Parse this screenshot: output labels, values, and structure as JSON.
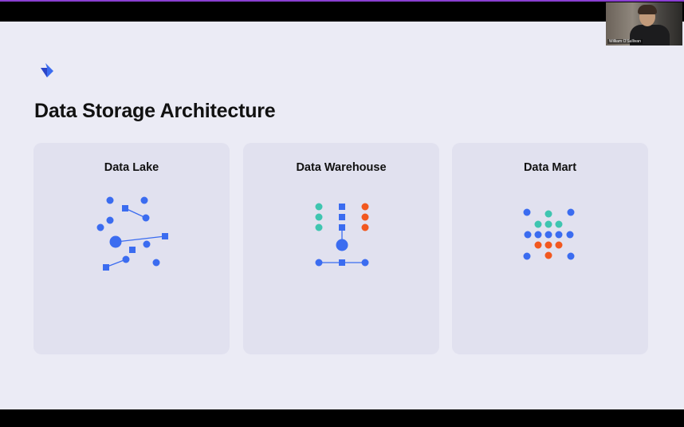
{
  "slide": {
    "title": "Data Storage Architecture",
    "logo_icon": "chevron-brand-logo"
  },
  "cards": [
    {
      "title": "Data Lake",
      "diagram_icon": "scattered-nodes-diagram"
    },
    {
      "title": "Data Warehouse",
      "diagram_icon": "structured-columns-diagram"
    },
    {
      "title": "Data Mart",
      "diagram_icon": "grid-subset-diagram"
    }
  ],
  "video": {
    "participant_name": "William O'Sullivan"
  },
  "colors": {
    "accent_blue": "#3b6cf0",
    "teal": "#3fc5b0",
    "orange": "#f2581f",
    "background": "#ebebf5",
    "card": "#e1e1ef"
  }
}
